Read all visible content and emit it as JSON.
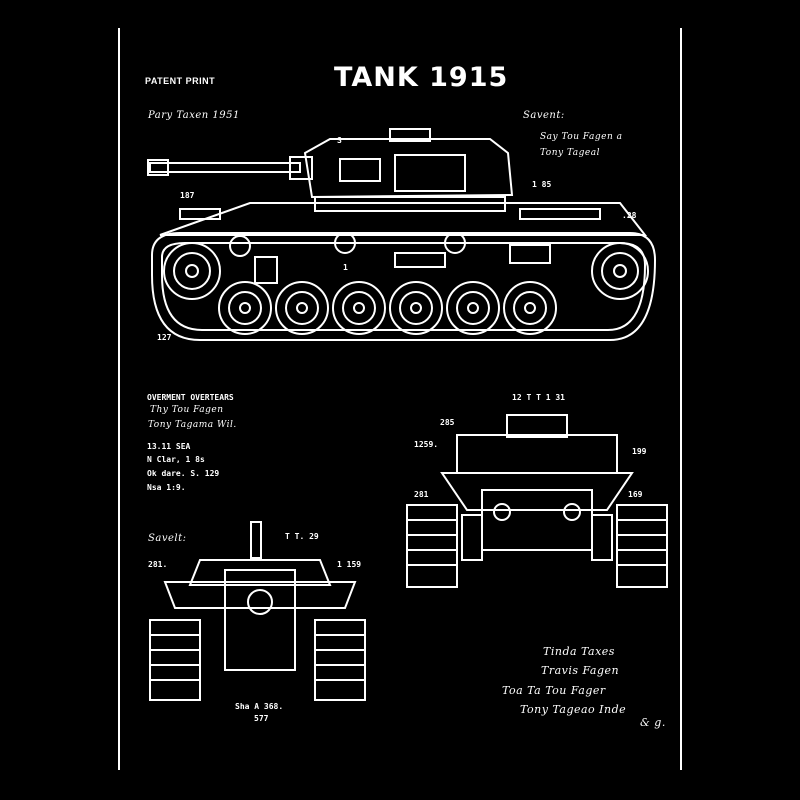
{
  "header": {
    "tag": "PATENT PRINT",
    "title": "TANK 1915"
  },
  "side_view": {
    "top_left_note": "Pary Taxen 1951",
    "top_right_note_title": "Savent:",
    "top_right_lines": [
      "Say Tou Fagen a",
      "Tony Tageal"
    ],
    "label_turret": "S",
    "label_gun": "187",
    "label_right": "1 85",
    "label_right_2": ".28",
    "label_bottom": "127",
    "label_center": "1"
  },
  "notes_block": {
    "lines": [
      "OVERMENT OVERTEARS",
      "Thy Tou Fagen",
      "Tony Tagama Wil."
    ],
    "specs": [
      "13.11 SEA",
      "N Clar, 1 8s",
      "Ok dare. S. 129",
      "Nsa 1:9."
    ]
  },
  "front_view": {
    "top_label": "12 T T 1 31",
    "label_left_top": "285",
    "label_left_mid": "1259.",
    "label_left_bot": "281",
    "label_right_top": "199",
    "label_right_bot": "169"
  },
  "rear_view": {
    "title": "Savelt:",
    "top_label": "T T. 29",
    "label_left": "281.",
    "label_right": "1 159",
    "bottom_lines": [
      "Sha A 368.",
      "577"
    ]
  },
  "signatures": [
    "Tinda Taxes",
    "Travis Fagen",
    "Toa Ta Tou Fager",
    "Tony Tageao Inde",
    "& g."
  ],
  "colors": {
    "background": "#000000",
    "line": "#ffffff"
  }
}
